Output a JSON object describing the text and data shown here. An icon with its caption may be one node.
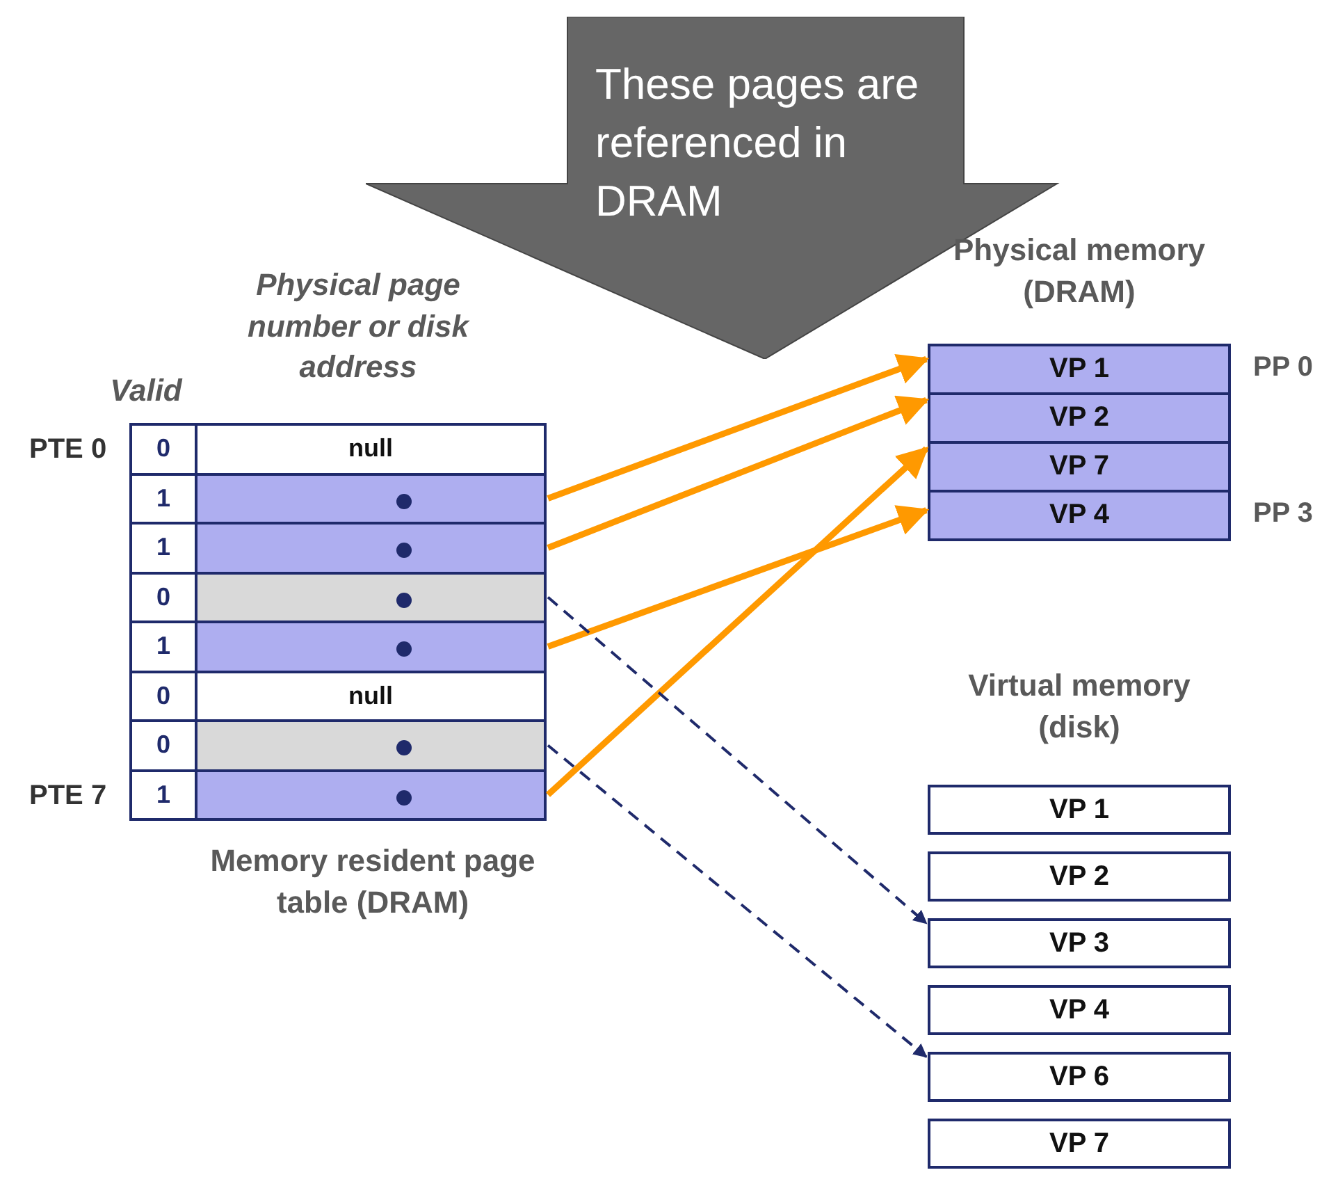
{
  "diagram": {
    "nodes": [
      {
        "text": [
          "These pages are referenced in DRAM"
        ]
      },
      {
        "text": [
          "Memory resident page table (DRAM)"
        ]
      },
      {
        "text": [
          "0",
          "null"
        ],
        "in": 1,
        "beside": [
          "PTE 0"
        ]
      },
      {
        "text": [
          "1"
        ],
        "in": 1
      },
      {
        "text": [
          "1"
        ],
        "in": 1
      },
      {
        "text": [
          "0"
        ],
        "in": 1
      },
      {
        "text": [
          "1"
        ],
        "in": 1
      },
      {
        "text": [
          "0",
          "null"
        ],
        "in": 1
      },
      {
        "text": [
          "0"
        ],
        "in": 1
      },
      {
        "text": [
          "1"
        ],
        "in": 1,
        "beside": [
          "PTE 7"
        ]
      },
      {
        "text": [
          "Physical memory (DRAM)"
        ]
      },
      {
        "text": [
          "VP 1"
        ],
        "in": 10,
        "beside": [
          "PP 0"
        ]
      },
      {
        "text": [
          "VP 2"
        ],
        "in": 10
      },
      {
        "text": [
          "VP 7"
        ],
        "in": 10
      },
      {
        "text": [
          "VP 4"
        ],
        "in": 10,
        "beside": [
          "PP 3"
        ]
      },
      {
        "text": [
          "Virtual memory (disk)"
        ]
      },
      {
        "text": [
          "VP 1"
        ],
        "in": 15
      },
      {
        "text": [
          "VP 2"
        ],
        "in": 15
      },
      {
        "text": [
          "VP 3"
        ],
        "in": 15
      },
      {
        "text": [
          "VP 4"
        ],
        "in": 15
      },
      {
        "text": [
          "VP 6"
        ],
        "in": 15
      },
      {
        "text": [
          "VP 7"
        ],
        "in": 15
      }
    ],
    "edges": [
      {
        "from": 3,
        "to": 11,
        "arrow": "to"
      },
      {
        "from": 4,
        "to": 12,
        "arrow": "to"
      },
      {
        "from": 6,
        "to": 14,
        "arrow": "to"
      },
      {
        "from": 9,
        "to": 13,
        "arrow": "to"
      },
      {
        "from": 5,
        "to": 18,
        "arrow": "to",
        "style": "dashed",
        "color": "#1f2a6b"
      },
      {
        "from": 8,
        "to": 20,
        "arrow": "to",
        "style": "dashed",
        "color": "#1f2a6b"
      }
    ],
    "labels": [
      "Valid",
      "Physical page number or disk address"
    ]
  }
}
